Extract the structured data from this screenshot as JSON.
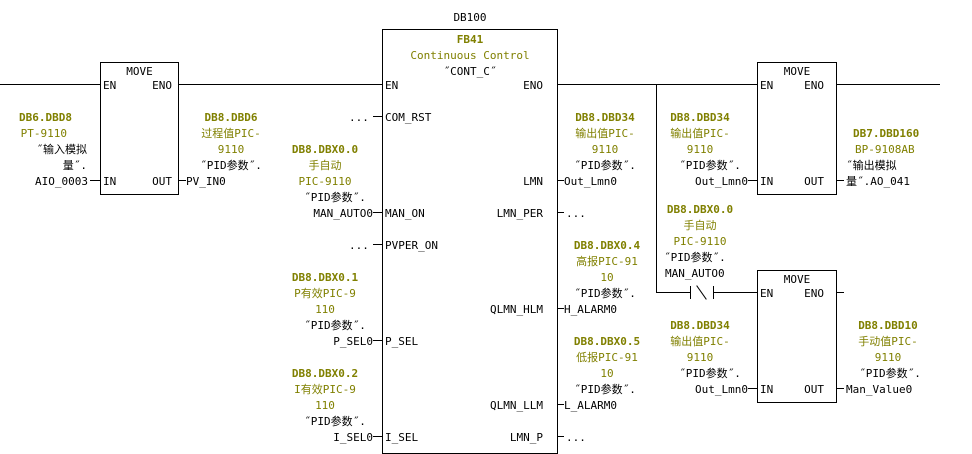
{
  "fb": {
    "db": "DB100",
    "name": "FB41",
    "title": "Continuous Control",
    "sym": "˝CONT_C˝",
    "en": "EN",
    "eno": "ENO",
    "pins_left": [
      "COM_RST",
      "MAN_ON",
      "PVPER_ON",
      "P_SEL",
      "I_SEL"
    ],
    "pins_right": [
      "LMN",
      "LMN_PER",
      "QLMN_HLM",
      "QLMN_LLM",
      "LMN_P"
    ]
  },
  "move": {
    "title": "MOVE",
    "en": "EN",
    "eno": "ENO",
    "in": "IN",
    "out": "OUT"
  },
  "dots": "...",
  "in1": {
    "addr": "DB6.DBD8",
    "tag": "PT-9110",
    "desc1": "˝输入模拟",
    "desc2": "量˝.",
    "var": "AIO_0003"
  },
  "pv": {
    "addr": "DB8.DBD6",
    "tag1": "过程值PIC-",
    "tag2": "9110",
    "desc": "˝PID参数˝.",
    "var": "PV_IN0"
  },
  "man": {
    "addr": "DB8.DBX0.0",
    "tag1": "手自动",
    "tag2": "PIC-9110",
    "desc": "˝PID参数˝.",
    "var": "MAN_AUTO0"
  },
  "psel": {
    "addr": "DB8.DBX0.1",
    "tag1": "P有效PIC-9",
    "tag2": "110",
    "desc": "˝PID参数˝.",
    "var": "P_SEL0"
  },
  "isel": {
    "addr": "DB8.DBX0.2",
    "tag1": "I有效PIC-9",
    "tag2": "110",
    "desc": "˝PID参数˝.",
    "var": "I_SEL0"
  },
  "lmn": {
    "addr": "DB8.DBD34",
    "tag1": "输出值PIC-",
    "tag2": "9110",
    "desc": "˝PID参数˝.",
    "var": "Out_Lmn0"
  },
  "hlm": {
    "addr": "DB8.DBX0.4",
    "tag1": "高报PIC-91",
    "tag2": "10",
    "desc": "˝PID参数˝.",
    "var": "H_ALARM0"
  },
  "llm": {
    "addr": "DB8.DBX0.5",
    "tag1": "低报PIC-91",
    "tag2": "10",
    "desc": "˝PID参数˝.",
    "var": "L_ALARM0"
  },
  "m2in": {
    "addr": "DB8.DBD34",
    "tag1": "输出值PIC-",
    "tag2": "9110",
    "desc": "˝PID参数˝.",
    "var": "Out_Lmn0"
  },
  "m2out": {
    "addr": "DB7.DBD160",
    "tag": "BP-9108AB",
    "desc1": "˝输出模拟",
    "desc2": "量˝.AO_041"
  },
  "contact": {
    "addr": "DB8.DBX0.0",
    "tag1": "手自动",
    "tag2": "PIC-9110",
    "desc": "˝PID参数˝.",
    "var": "MAN_AUTO0"
  },
  "m3in": {
    "addr": "DB8.DBD34",
    "tag1": "输出值PIC-",
    "tag2": "9110",
    "desc": "˝PID参数˝.",
    "var": "Out_Lmn0"
  },
  "m3out": {
    "addr": "DB8.DBD10",
    "tag1": "手动值PIC-",
    "tag2": "9110",
    "desc": "˝PID参数˝.",
    "var": "Man_Value0"
  }
}
